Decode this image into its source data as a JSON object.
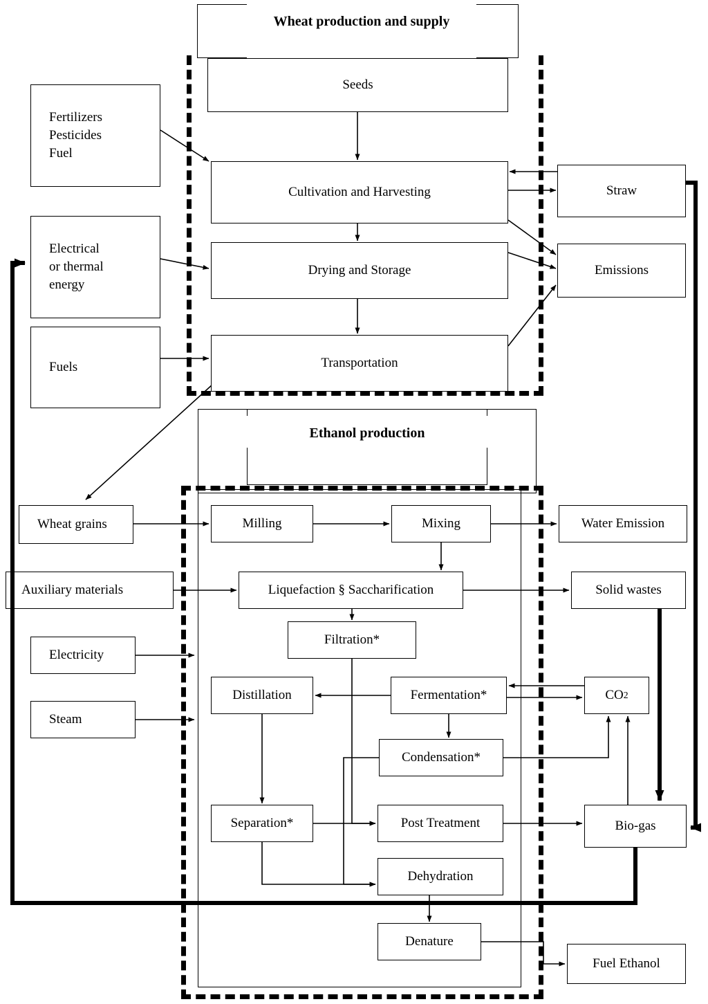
{
  "diagram": {
    "title_groups": [
      {
        "id": "wheat",
        "label": "Wheat production and supply"
      },
      {
        "id": "ethanol",
        "label": "Ethanol production"
      }
    ],
    "nodes": {
      "seeds": "Seeds",
      "cultivation": "Cultivation and Harvesting",
      "drying": "Drying and Storage",
      "transportation": "Transportation",
      "fertilizers": "Fertilizers\nPesticides\nFuel",
      "fertilizers_l1": "Fertilizers",
      "fertilizers_l2": "Pesticides",
      "fertilizers_l3": "Fuel",
      "energy_l1": "Electrical",
      "energy_l2": "or thermal",
      "energy_l3": "energy",
      "fuels": "Fuels",
      "straw": "Straw",
      "emissions": "Emissions",
      "wheat_grains": "Wheat grains",
      "auxiliary": "Auxiliary materials",
      "electricity": "Electricity",
      "steam": "Steam",
      "milling": "Milling",
      "mixing": "Mixing",
      "liquefaction": "Liquefaction § Saccharification",
      "filtration": "Filtration*",
      "distillation": "Distillation",
      "fermentation": "Fermentation*",
      "condensation": "Condensation*",
      "separation": "Separation*",
      "post_treatment": "Post Treatment",
      "dehydration": "Dehydration",
      "denature": "Denature",
      "water_emission": "Water Emission",
      "solid_wastes": "Solid wastes",
      "co2_base": "CO",
      "co2_sub": "2",
      "biogas": "Bio-gas",
      "fuel_ethanol": "Fuel Ethanol"
    },
    "colors": {
      "stroke": "#000000",
      "background": "#ffffff"
    }
  }
}
